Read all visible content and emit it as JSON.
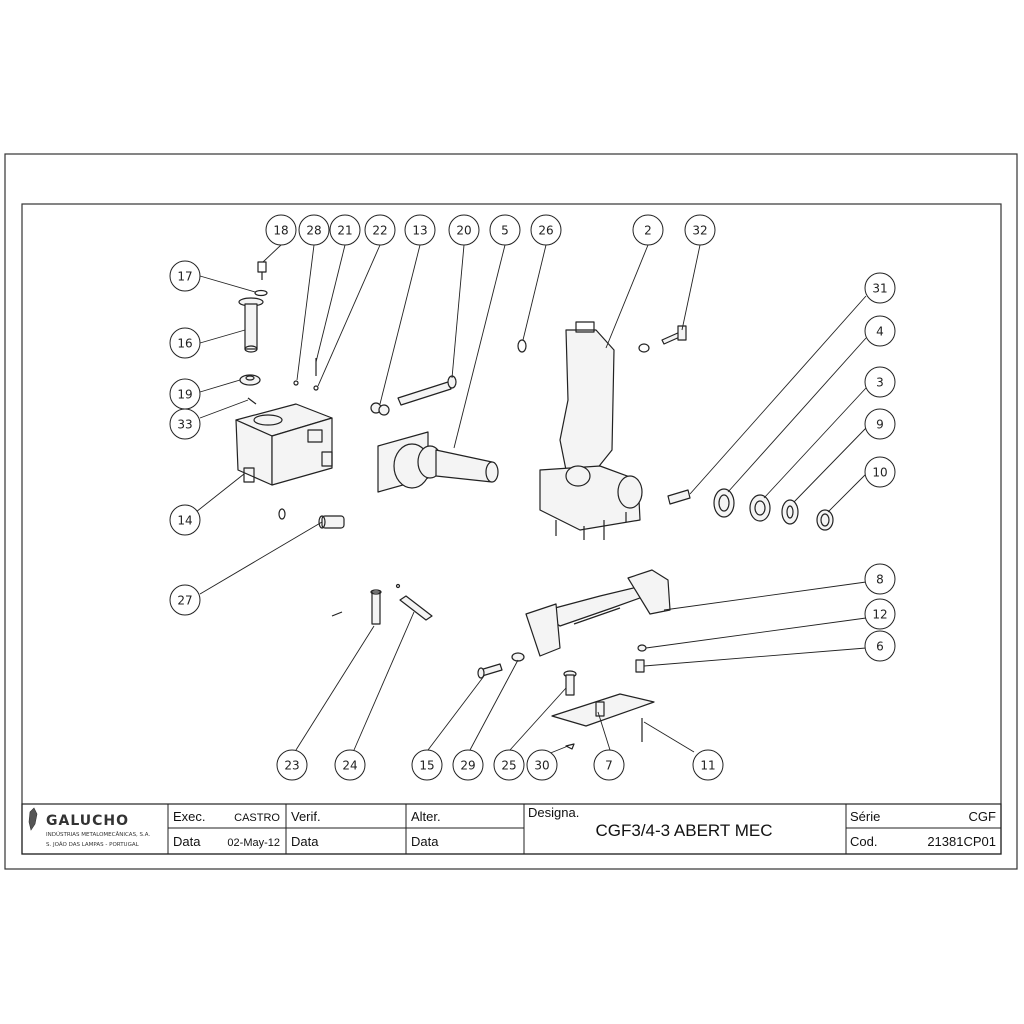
{
  "title_block": {
    "company": {
      "name": "GALUCHO",
      "line1": "INDÚSTRIAS METALOMECÂNICAS, S.A.",
      "line2": "S. JOÃO DAS LAMPAS - PORTUGAL"
    },
    "exec_label": "Exec.",
    "exec_value": "CASTRO",
    "data_label": "Data",
    "data_value": "02-May-12",
    "verif_label": "Verif.",
    "verif_data_label": "Data",
    "alter_label": "Alter.",
    "alter_data_label": "Data",
    "designa_label": "Designa.",
    "designation": "CGF3/4-3 ABERT MEC",
    "serie_label": "Série",
    "serie_value": "CGF",
    "cod_label": "Cod.",
    "cod_value": "21381CP01"
  },
  "balloons": [
    "18",
    "28",
    "21",
    "22",
    "13",
    "20",
    "5",
    "26",
    "2",
    "32",
    "17",
    "16",
    "19",
    "33",
    "14",
    "27",
    "31",
    "4",
    "3",
    "9",
    "10",
    "8",
    "12",
    "6",
    "23",
    "24",
    "15",
    "29",
    "25",
    "30",
    "7",
    "11"
  ]
}
